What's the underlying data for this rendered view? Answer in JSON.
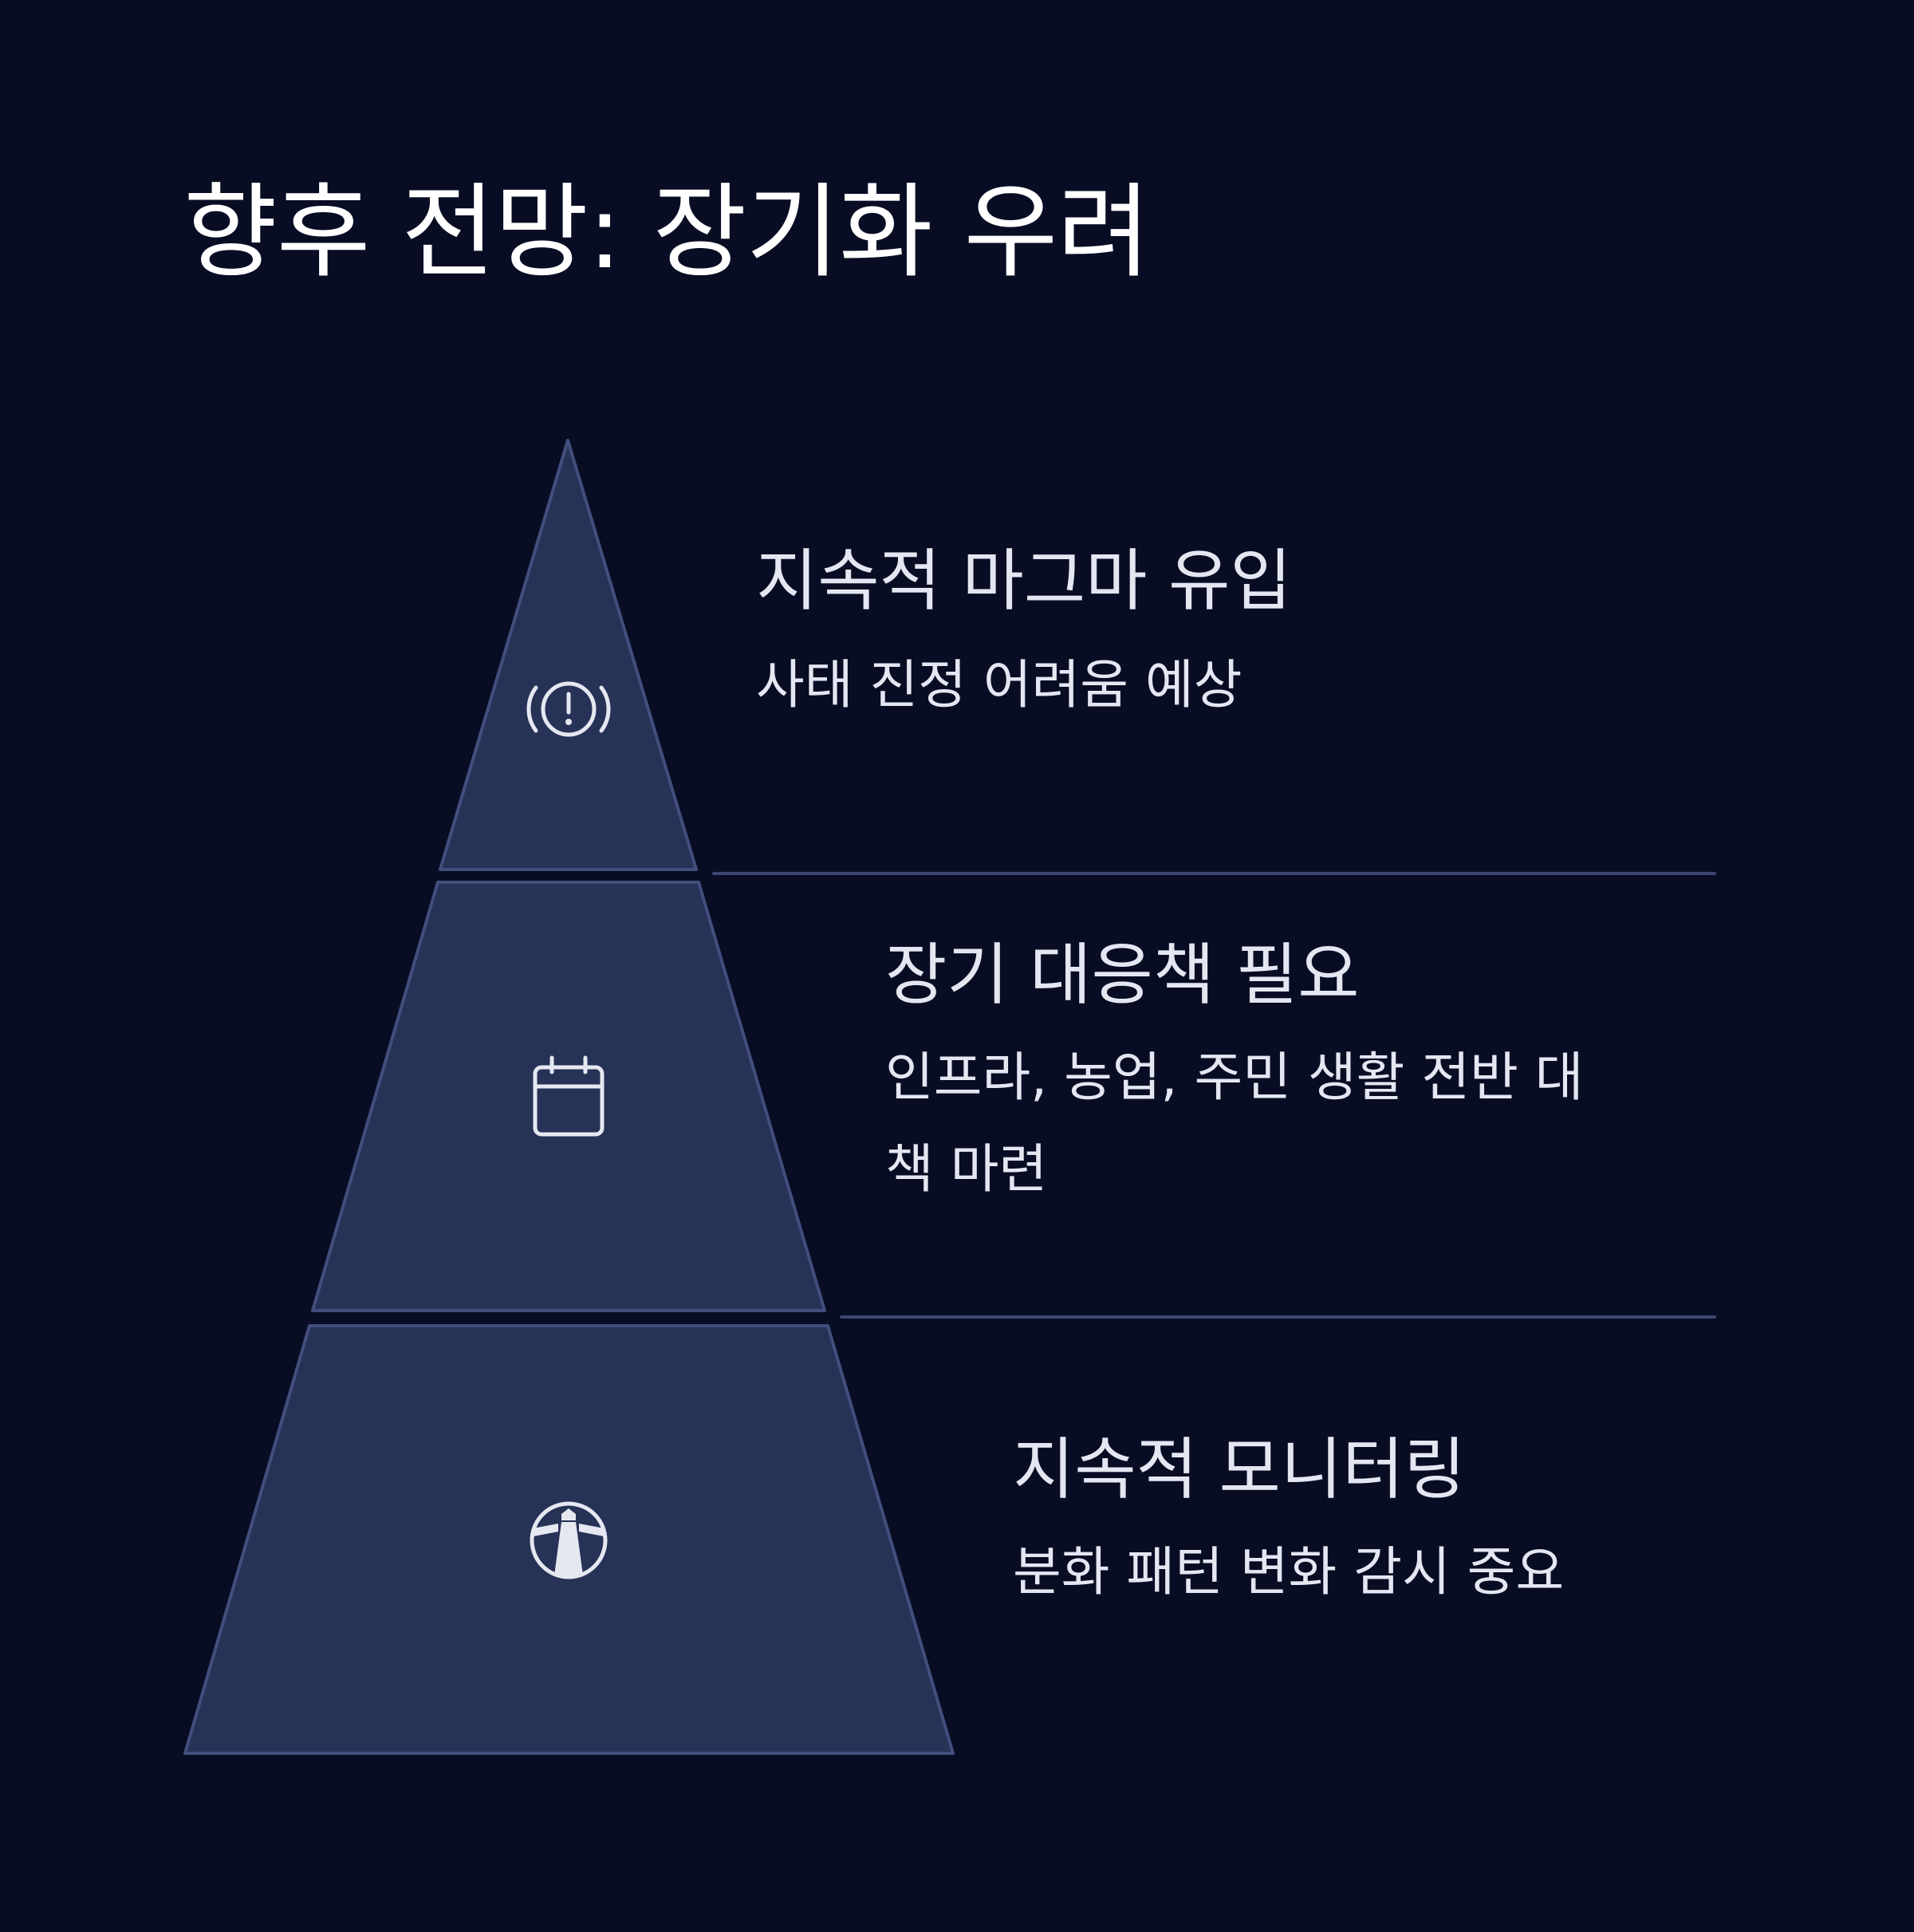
{
  "title": "향후 전망: 장기화 우려",
  "tiers": [
    {
      "heading": "지속적 마그마 유입",
      "description": "사태 진정 어려움 예상",
      "icon": "alert-circle-icon"
    },
    {
      "heading": "장기 대응책 필요",
      "description_lines": [
        "인프라, 농업, 주민 생활 전반 대",
        "책 마련"
      ],
      "icon": "calendar-icon"
    },
    {
      "heading": "지속적 모니터링",
      "description": "분화 패턴 변화 감시 중요",
      "icon": "lighthouse-icon"
    }
  ],
  "colors": {
    "background": "#080d24",
    "tier_fill": "#273257",
    "tier_stroke": "#424e7d",
    "divider": "#3c4770",
    "text": "#e4e7f2",
    "title": "#ffffff"
  }
}
